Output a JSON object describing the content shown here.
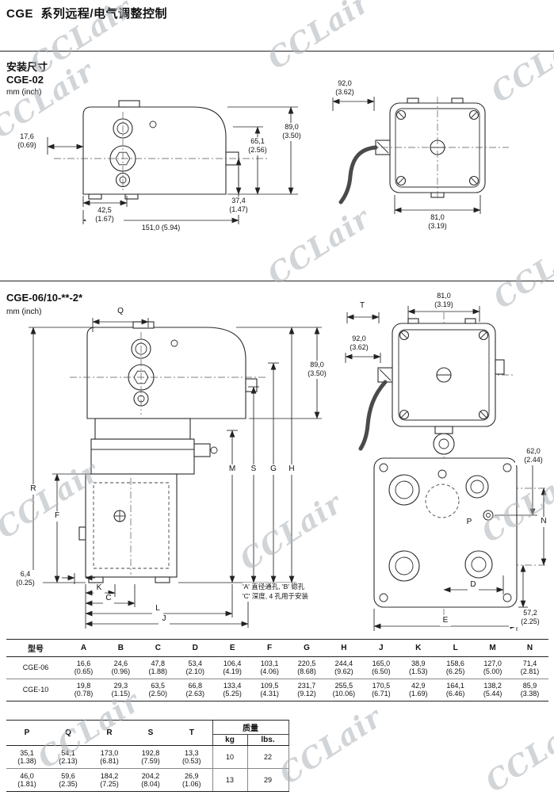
{
  "page": {
    "title": "CGE  系列远程/电气调整控制",
    "watermark": "CCLair"
  },
  "section1": {
    "heading": "安装尺寸",
    "model": "CGE-02",
    "units": "mm (inch)",
    "dims": {
      "d176": "17,6\n(0.69)",
      "d425": "42,5\n(1.67)",
      "d1510": "151,0 (5.94)",
      "d890": "89,0\n(3.50)",
      "d651": "65,1\n(2.56)",
      "d374": "37,4\n(1.47)",
      "d920": "92,0\n(3.62)",
      "d810": "81,0\n(3.19)"
    }
  },
  "section2": {
    "model": "CGE-06/10-**-2*",
    "units": "mm (inch)",
    "note": "'A' 直径通孔, 'B' 锪孔\n'C' 深度, 4 孔用于安装",
    "dims": {
      "q": "Q",
      "r": "R",
      "f": "F",
      "k": "K",
      "c": "C",
      "l": "L",
      "j": "J",
      "m": "M",
      "s": "S",
      "g": "G",
      "h": "H",
      "t": "T",
      "n": "N",
      "d": "D",
      "e": "E",
      "p": "P",
      "h890": "89,0\n(3.50)",
      "b64": "6,4\n(0.25)",
      "w810": "81,0\n(3.19)",
      "w920": "92,0\n(3.62)",
      "h620": "62,0\n(2.44)",
      "h572": "57,2\n(2.25)"
    }
  },
  "table1": {
    "col_model": "型号",
    "columns": [
      "A",
      "B",
      "C",
      "D",
      "E",
      "F",
      "G",
      "H",
      "J",
      "K",
      "L",
      "M",
      "N"
    ],
    "rows": [
      {
        "model": "CGE-06",
        "values": [
          "16,6\n(0.65)",
          "24,6\n(0.96)",
          "47,8\n(1.88)",
          "53,4\n(2.10)",
          "106,4\n(4.19)",
          "103,1\n(4.06)",
          "220,5\n(8.68)",
          "244,4\n(9.62)",
          "165,0\n(6.50)",
          "38,9\n(1.53)",
          "158,6\n(6.25)",
          "127,0\n(5.00)",
          "71,4\n(2.81)"
        ]
      },
      {
        "model": "CGE-10",
        "values": [
          "19,8\n(0.78)",
          "29,3\n(1.15)",
          "63,5\n(2.50)",
          "66,8\n(2.63)",
          "133,4\n(5.25)",
          "109,5\n(4.31)",
          "231,7\n(9.12)",
          "255,5\n(10.06)",
          "170,5\n(6.71)",
          "42,9\n(1.69)",
          "164,1\n(6.46)",
          "138,2\n(5.44)",
          "85,9\n(3.38)"
        ]
      }
    ]
  },
  "table2": {
    "columns": [
      "P",
      "Q",
      "R",
      "S",
      "T"
    ],
    "weight_header": "质量",
    "weight_units": [
      "kg",
      "lbs."
    ],
    "rows": [
      {
        "values": [
          "35,1\n(1.38)",
          "54,1\n(2.13)",
          "173,0\n(6.81)",
          "192,8\n(7.59)",
          "13,3\n(0.53)"
        ],
        "kg": "10",
        "lbs": "22"
      },
      {
        "values": [
          "46,0\n(1.81)",
          "59,6\n(2.35)",
          "184,2\n(7.25)",
          "204,2\n(8.04)",
          "26,9\n(1.06)"
        ],
        "kg": "13",
        "lbs": "29"
      }
    ]
  }
}
